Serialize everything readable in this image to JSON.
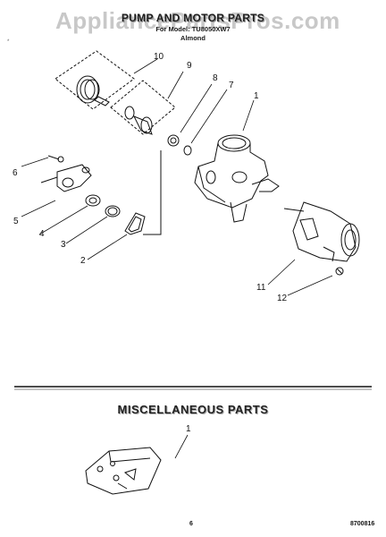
{
  "watermark": "AppliancePartsPros.com",
  "header": {
    "title": "PUMP AND MOTOR PARTS",
    "model_line": "For Model: TU8050XW7",
    "color": "Almond"
  },
  "callouts": {
    "c10": "10",
    "c9": "9",
    "c8": "8",
    "c7": "7",
    "c1": "1",
    "c6": "6",
    "c5": "5",
    "c4": "4",
    "c3": "3",
    "c2": "2",
    "c11": "11",
    "c12": "12",
    "misc1": "1"
  },
  "misc": {
    "title": "MISCELLANEOUS PARTS"
  },
  "footer": {
    "page_number": "6",
    "doc_code": "8700816",
    "corner_mark": "*"
  }
}
